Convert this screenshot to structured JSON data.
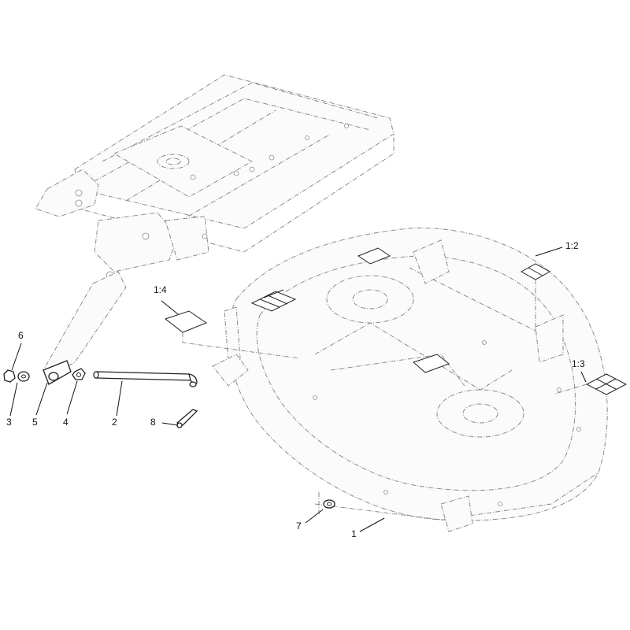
{
  "callouts": {
    "c1": "1",
    "c1_2": "1:2",
    "c1_3": "1:3",
    "c1_4": "1:4",
    "c2": "2",
    "c3": "3",
    "c4": "4",
    "c5": "5",
    "c6": "6",
    "c7": "7",
    "c8": "8"
  }
}
